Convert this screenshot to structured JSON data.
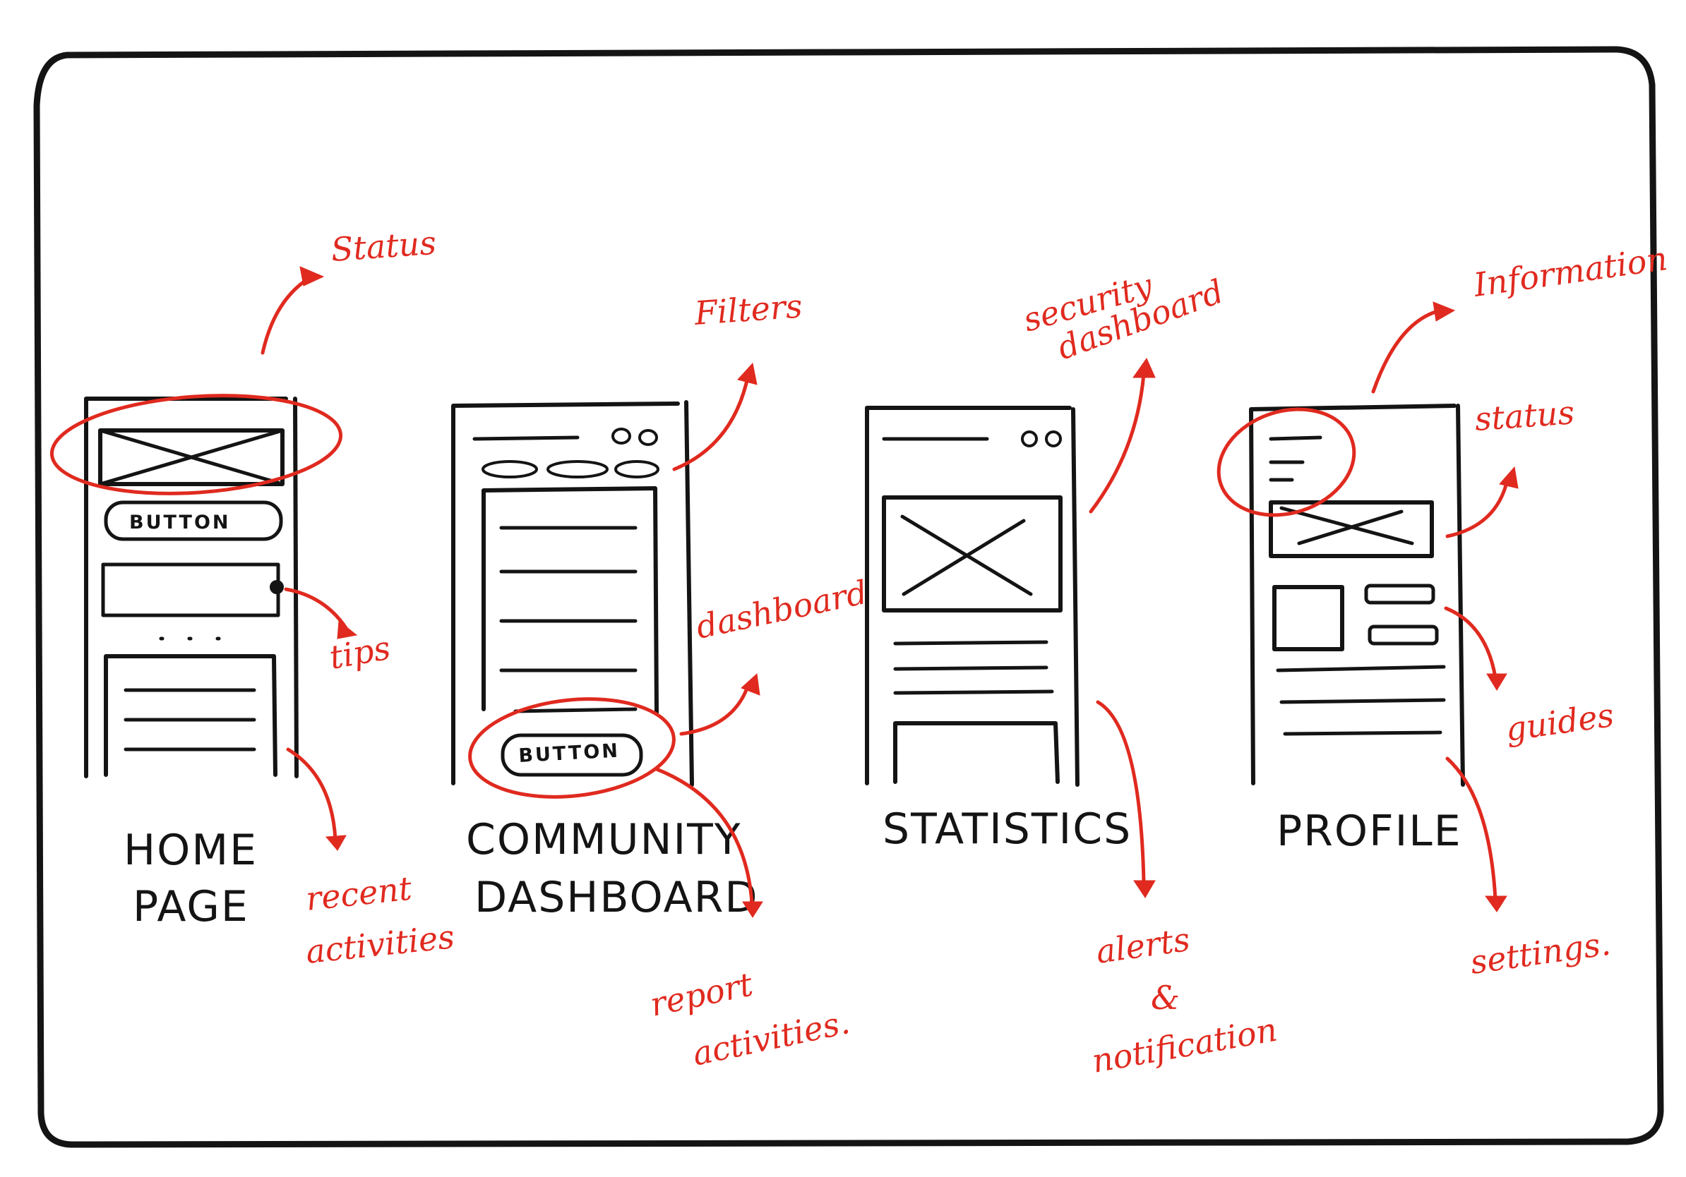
{
  "screens": [
    {
      "title_line1": "HOME",
      "title_line2": "PAGE",
      "button_label": "BUTTON"
    },
    {
      "title_line1": "COMMUNITY",
      "title_line2": "DASHBOARD",
      "button_label": "BUTTON"
    },
    {
      "title_line1": "STATISTICS"
    },
    {
      "title_line1": "PROFILE"
    }
  ],
  "annotations": {
    "home_status": "Status",
    "home_tips": "tips",
    "home_recent_1": "recent",
    "home_recent_2": "activities",
    "community_filters": "Filters",
    "community_dashboard": "dashboard",
    "community_report_1": "report",
    "community_report_2": "activities.",
    "stats_security_1": "security",
    "stats_security_2": "dashboard",
    "stats_alerts_1": "alerts",
    "stats_alerts_2": "&",
    "stats_alerts_3": "notification",
    "profile_information": "Information",
    "profile_status": "status",
    "profile_guides": "guides",
    "profile_settings": "settings."
  },
  "colors": {
    "ink": "#141414",
    "annotation": "#e02a1f"
  }
}
